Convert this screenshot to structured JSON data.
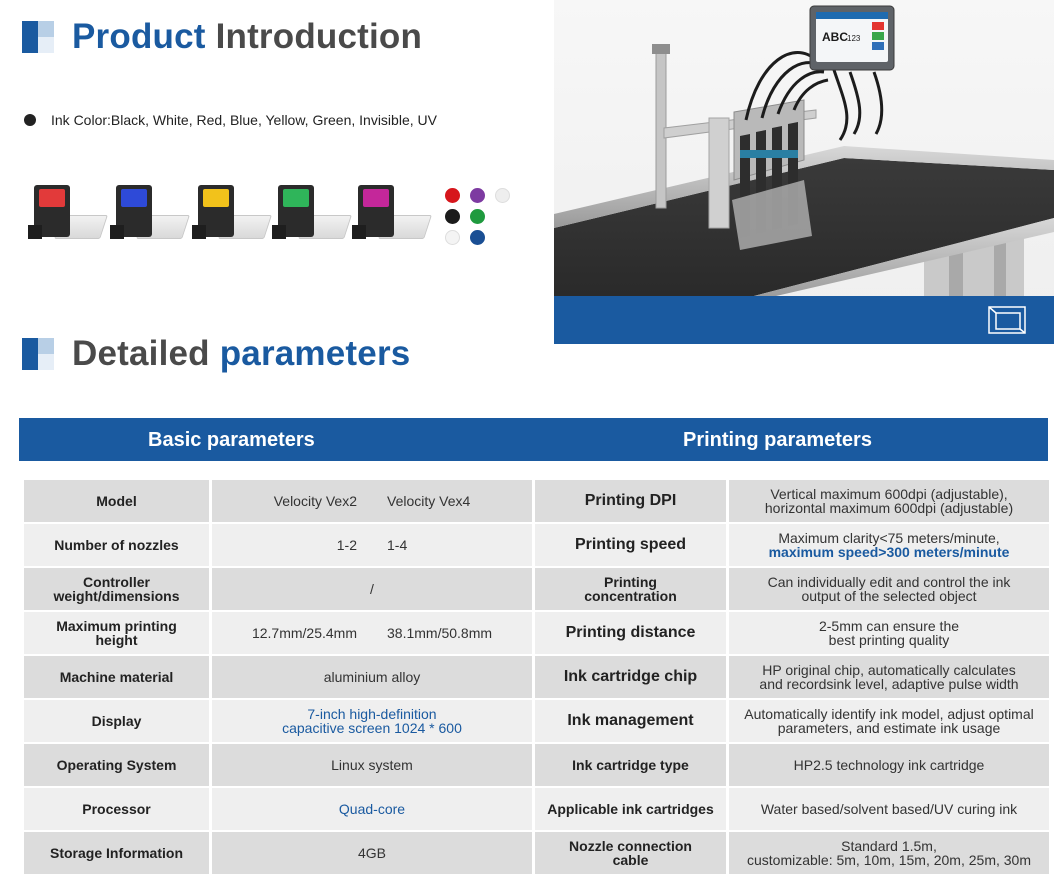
{
  "section1": {
    "title_blue": "Product",
    "title_gray": "Introduction"
  },
  "ink": {
    "text": "Ink Color:Black, White, Red, Blue, Yellow, Green, Invisible, UV"
  },
  "cartridges": [
    {
      "label_color": "#e23a3a"
    },
    {
      "label_color": "#2e4ad8"
    },
    {
      "label_color": "#f2c21b"
    },
    {
      "label_color": "#2fb55a"
    },
    {
      "label_color": "#c4279a"
    }
  ],
  "swatches": [
    "#d6161c",
    "#7d3aa1",
    "#eeeeee",
    "#1b1b1b",
    "#1f9a3e",
    "#f4f4f4",
    "#1a4f94"
  ],
  "photo": {
    "screen_text": "ABC",
    "screen_subtext": "123"
  },
  "section2": {
    "title_gray": "Detailed",
    "title_blue": "parameters"
  },
  "headers": {
    "basic": "Basic parameters",
    "printing": "Printing parameters"
  },
  "rows": [
    {
      "basic_key": "Model",
      "basic_values": [
        "Velocity Vex2",
        "Velocity Vex4"
      ],
      "print_key": "Printing DPI",
      "print_value": [
        "Vertical maximum 600dpi (adjustable),",
        "horizontal maximum 600dpi (adjustable)"
      ]
    },
    {
      "basic_key": "Number of nozzles",
      "basic_values": [
        "1-2",
        "1-4"
      ],
      "print_key": "Printing speed",
      "print_value": [
        "Maximum clarity<75 meters/minute,",
        "maximum speed>300 meters/minute"
      ]
    },
    {
      "basic_key": [
        "Controller",
        "weight/dimensions"
      ],
      "basic_value": "/",
      "print_key": [
        "Printing",
        "concentration"
      ],
      "print_value": [
        "Can individually edit and control the ink",
        "output of the selected object"
      ]
    },
    {
      "basic_key": [
        "Maximum printing",
        "height"
      ],
      "basic_values": [
        "12.7mm/25.4mm",
        "38.1mm/50.8mm"
      ],
      "print_key": "Printing distance",
      "print_value": [
        "2-5mm can ensure the",
        "best printing quality"
      ]
    },
    {
      "basic_key": "Machine material",
      "basic_value": "aluminium alloy",
      "print_key": "Ink cartridge chip",
      "print_value": [
        "HP original chip, automatically calculates",
        "and recordsink level, adaptive pulse width"
      ]
    },
    {
      "basic_key": "Display",
      "basic_value": [
        "7-inch high-definition",
        "capacitive screen 1024 * 600"
      ],
      "print_key": "Ink management",
      "print_value": [
        "Automatically identify ink model, adjust optimal",
        "parameters, and estimate ink usage"
      ]
    },
    {
      "basic_key": "Operating System",
      "basic_value": "Linux system",
      "print_key": "Ink cartridge type",
      "print_value": "HP2.5 technology ink cartridge"
    },
    {
      "basic_key": "Processor",
      "basic_value": "Quad-core",
      "print_key": "Applicable ink cartridges",
      "print_value": "Water based/solvent based/UV curing ink"
    },
    {
      "basic_key": "Storage Information",
      "basic_value": "4GB",
      "print_key": [
        "Nozzle connection",
        "cable"
      ],
      "print_value": [
        "Standard 1.5m,",
        "customizable: 5m, 10m, 15m, 20m, 25m, 30m"
      ]
    }
  ]
}
